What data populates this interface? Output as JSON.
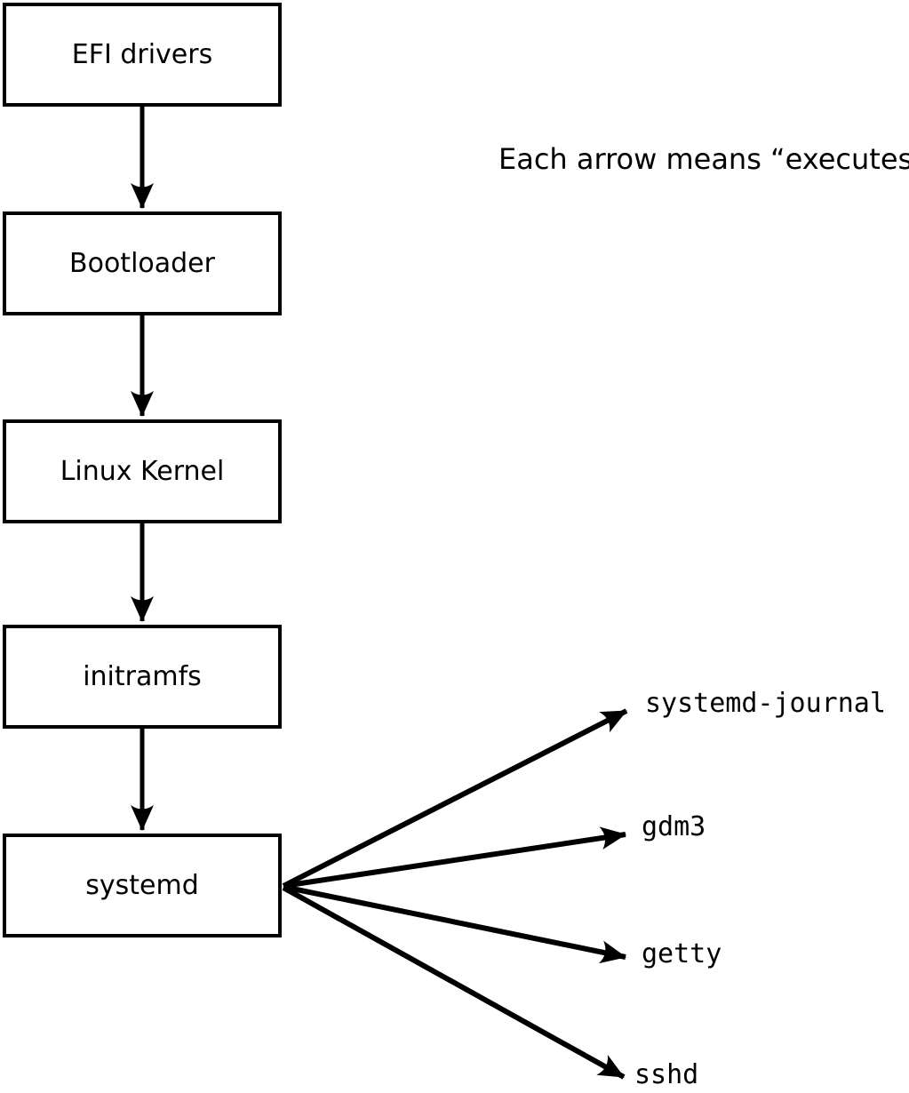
{
  "note": "Each arrow means “executes”.",
  "chain": [
    {
      "label": "EFI drivers"
    },
    {
      "label": "Bootloader"
    },
    {
      "label": "Linux Kernel"
    },
    {
      "label": "initramfs"
    },
    {
      "label": "systemd"
    }
  ],
  "services": [
    {
      "label": "systemd-journal"
    },
    {
      "label": "gdm3"
    },
    {
      "label": "getty"
    },
    {
      "label": "sshd"
    }
  ],
  "edges": [
    {
      "from": "EFI drivers",
      "to": "Bootloader",
      "meaning": "executes"
    },
    {
      "from": "Bootloader",
      "to": "Linux Kernel",
      "meaning": "executes"
    },
    {
      "from": "Linux Kernel",
      "to": "initramfs",
      "meaning": "executes"
    },
    {
      "from": "initramfs",
      "to": "systemd",
      "meaning": "executes"
    },
    {
      "from": "systemd",
      "to": "systemd-journal",
      "meaning": "executes"
    },
    {
      "from": "systemd",
      "to": "gdm3",
      "meaning": "executes"
    },
    {
      "from": "systemd",
      "to": "getty",
      "meaning": "executes"
    },
    {
      "from": "systemd",
      "to": "sshd",
      "meaning": "executes"
    }
  ],
  "colors": {
    "line": "#000000",
    "background": "#ffffff",
    "box_fill": "#ffffff"
  }
}
